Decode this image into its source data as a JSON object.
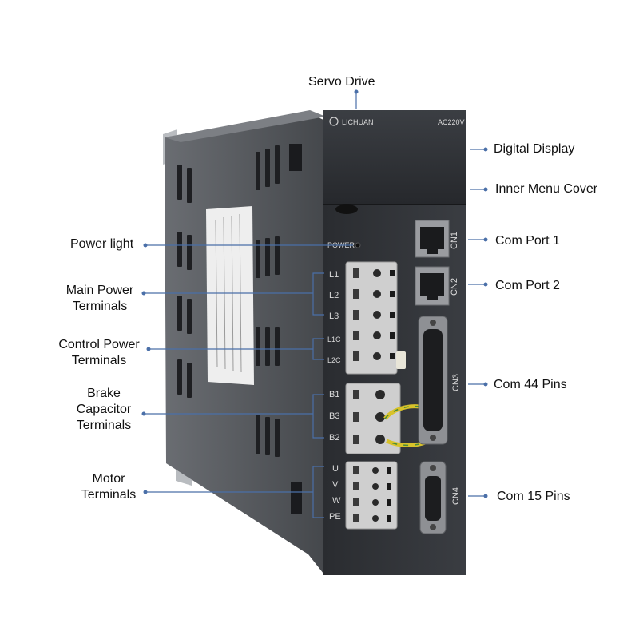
{
  "colors": {
    "leader_line": "#4a6fa8",
    "drive_body": "#2d2f33",
    "drive_side": "#55585d",
    "terminal_block": "#c9c9c9",
    "ground_wire": "#d8c22a"
  },
  "device": {
    "brand": "LICHUAN",
    "voltage": "AC220V",
    "power_indicator_label": "POWER",
    "terminal_labels": [
      "L1",
      "L2",
      "L3",
      "L1C",
      "L2C",
      "B1",
      "B3",
      "B2",
      "U",
      "V",
      "W",
      "PE"
    ],
    "port_labels": [
      "CN1",
      "CN2",
      "CN3",
      "CN4"
    ]
  },
  "callouts": {
    "servo_drive": "Servo Drive",
    "digital_display": "Digital Display",
    "inner_menu_cover": "Inner Menu Cover",
    "power_light": "Power light",
    "main_power_terminals_1": "Main Power",
    "main_power_terminals_2": "Terminals",
    "control_power_terminals_1": "Control Power",
    "control_power_terminals_2": "Terminals",
    "brake_capacitor_terminals_1": "Brake",
    "brake_capacitor_terminals_2": "Capacitor",
    "brake_capacitor_terminals_3": "Terminals",
    "motor_terminals_1": "Motor",
    "motor_terminals_2": "Terminals",
    "com_port_1": "Com Port 1",
    "com_port_2": "Com Port 2",
    "com_44_pins": "Com 44 Pins",
    "com_15_pins": "Com 15 Pins"
  }
}
